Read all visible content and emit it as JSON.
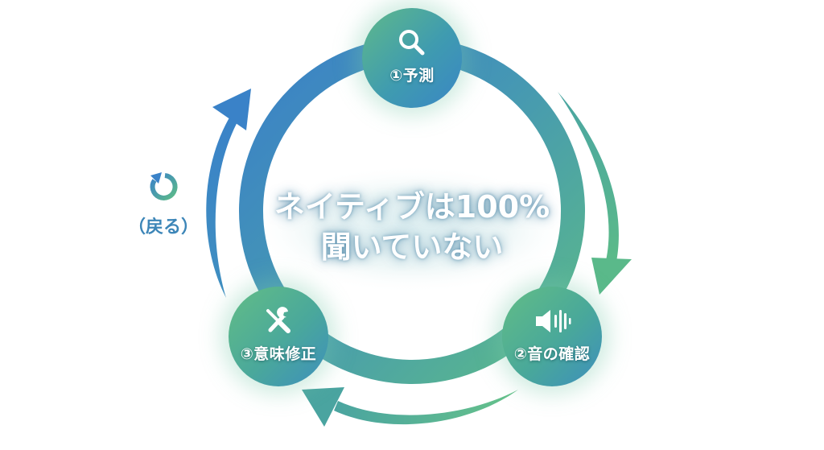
{
  "diagram": {
    "type": "cycle",
    "center": {
      "line1": "ネイティブは100%",
      "line2": "聞いていない"
    },
    "nodes": [
      {
        "id": 1,
        "label": "①予測",
        "icon": "search-icon"
      },
      {
        "id": 2,
        "label": "②音の確認",
        "icon": "speaker-sound-icon"
      },
      {
        "id": 3,
        "label": "③意味修正",
        "icon": "tools-icon"
      }
    ],
    "back": {
      "label": "（戻る）",
      "icon": "refresh-icon"
    },
    "flow": "clockwise: ①予測 → ②音の確認 → ③意味修正 → ①予測",
    "colors": {
      "blue": "#3d85c6",
      "green": "#5bb88a",
      "text": "#ffffff",
      "back_label": "#3d86b8"
    }
  }
}
